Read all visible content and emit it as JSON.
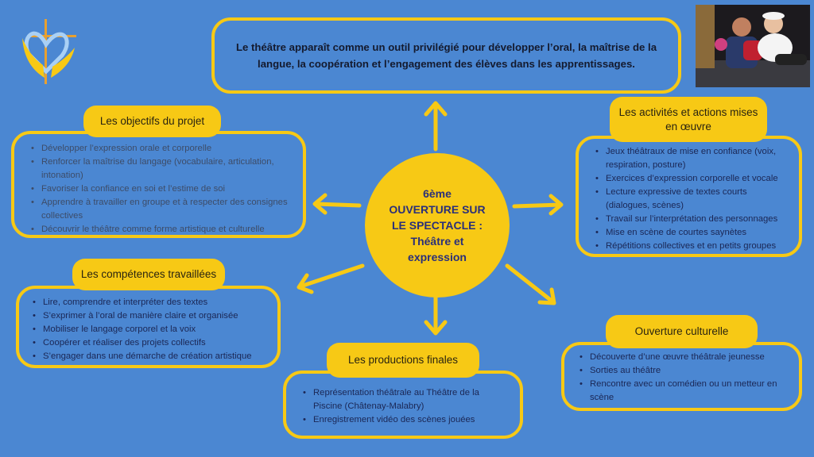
{
  "header": {
    "statement": "Le théâtre apparaît comme un outil privilégié pour développer l’oral, la maîtrise de la langue, la coopération et l’engagement des élèves dans les apprentissages."
  },
  "center": {
    "lines": [
      "6ème",
      "OUVERTURE SUR",
      "LE SPECTACLE :",
      "Théâtre et",
      "expression"
    ]
  },
  "objectifs": {
    "title": "Les objectifs du projet",
    "items": [
      "Développer l’expression orale et corporelle",
      "Renforcer la maîtrise du langage (vocabulaire, articulation, intonation)",
      "Favoriser la confiance en soi et l’estime de soi",
      "Apprendre à travailler en groupe et à respecter des consignes collectives",
      "Découvrir le théâtre comme forme artistique et culturelle"
    ]
  },
  "activites": {
    "title": "Les activités et actions mises en œuvre",
    "items": [
      "Jeux théâtraux de mise en confiance (voix, respiration, posture)",
      "Exercices d’expression corporelle et vocale",
      "Lecture expressive de textes courts (dialogues, scènes)",
      "Travail sur l’interprétation des personnages",
      "Mise en scène de courtes saynètes",
      "Répétitions collectives et en petits groupes"
    ]
  },
  "competences": {
    "title": "Les compétences travaillées",
    "items": [
      "Lire, comprendre et interpréter des textes",
      "S’exprimer à l’oral de manière claire et organisée",
      "Mobiliser le langage corporel et la voix",
      "Coopérer et réaliser des projets collectifs",
      "S’engager dans une démarche de création artistique"
    ]
  },
  "productions": {
    "title": "Les productions finales",
    "items": [
      "Représentation théâtrale au Théâtre de la Piscine (Châtenay-Malabry)",
      "Enregistrement vidéo des scènes jouées"
    ]
  },
  "ouverture": {
    "title": "Ouverture culturelle",
    "items": [
      "Découverte d’une œuvre théâtrale jeunesse",
      "Sorties au théâtre",
      "Rencontre avec un comédien ou un metteur en scène"
    ]
  },
  "colors": {
    "background": "#4b87d2",
    "accent": "#f7c915",
    "text": "#1b2755"
  }
}
